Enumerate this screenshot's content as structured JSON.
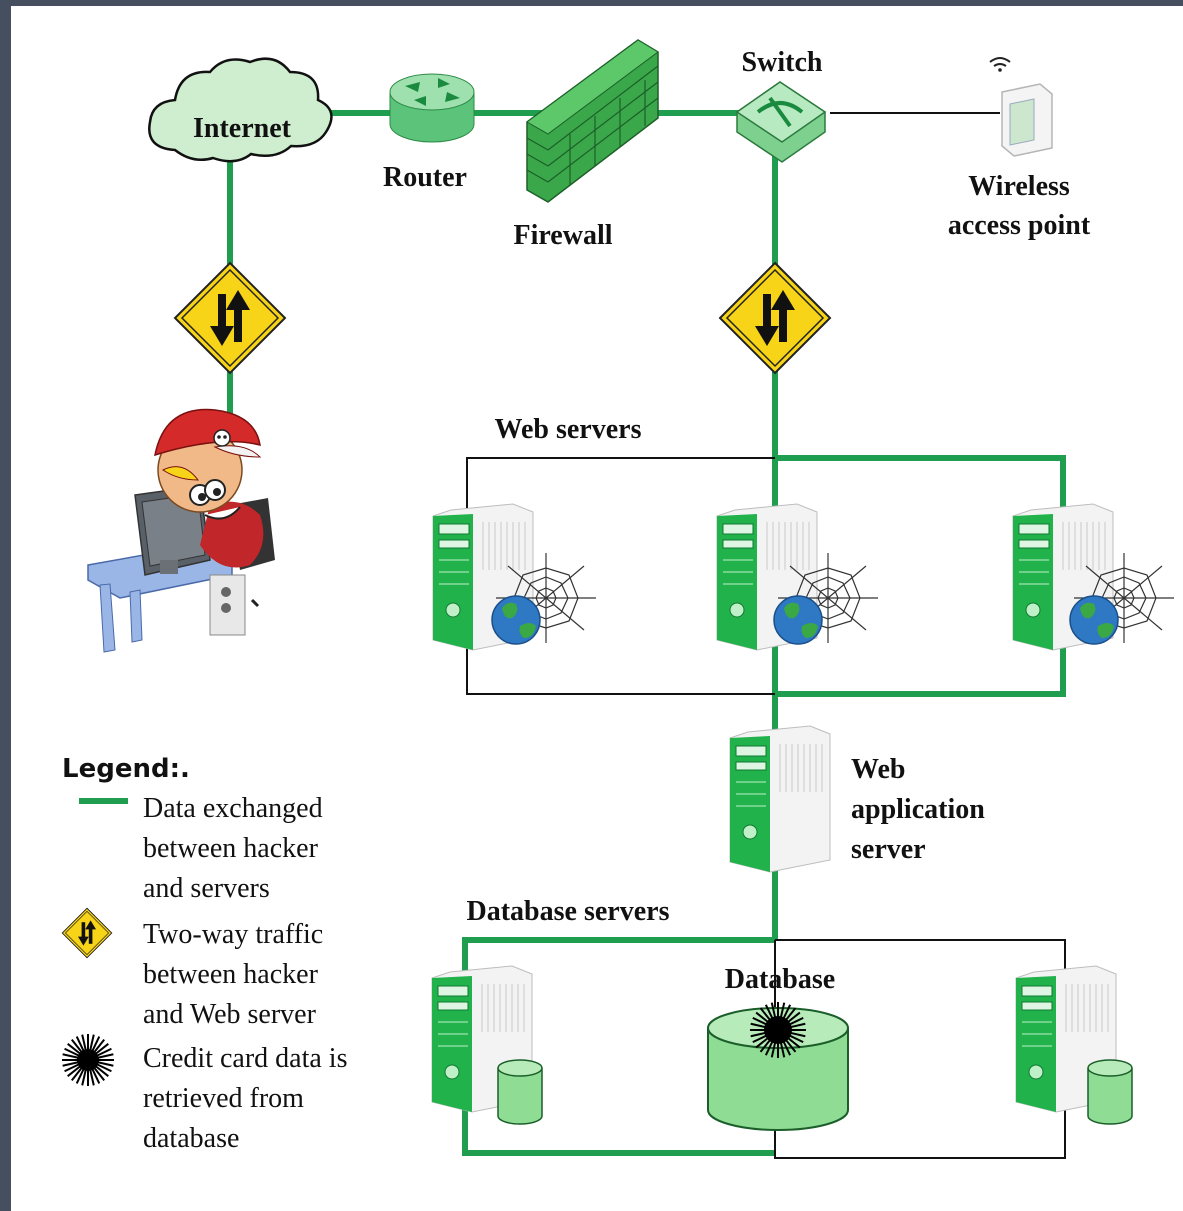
{
  "labels": {
    "internet": "Internet",
    "router": "Router",
    "firewall": "Firewall",
    "switch": "Switch",
    "wireless_line1": "Wireless",
    "wireless_line2": "access point",
    "web_servers": "Web servers",
    "web_app_line1": "Web",
    "web_app_line2": "application",
    "web_app_line3": "server",
    "database_servers": "Database servers",
    "database": "Database"
  },
  "legend": {
    "title": "Legend:.",
    "items": [
      {
        "icon": "green-line",
        "lines": [
          "Data exchanged",
          "between hacker",
          "and servers"
        ]
      },
      {
        "icon": "two-way-traffic-sign",
        "lines": [
          "Two-way traffic",
          "between hacker",
          "and Web server"
        ]
      },
      {
        "icon": "starburst",
        "lines": [
          "Credit card data is",
          "retrieved from",
          "database"
        ]
      }
    ]
  },
  "colors": {
    "data_line": "#1f9e4f",
    "sign_fill": "#f7d417",
    "server_green": "#22b24c",
    "cloud_fill": "#cfeecf",
    "left_border": "#454f5f"
  }
}
